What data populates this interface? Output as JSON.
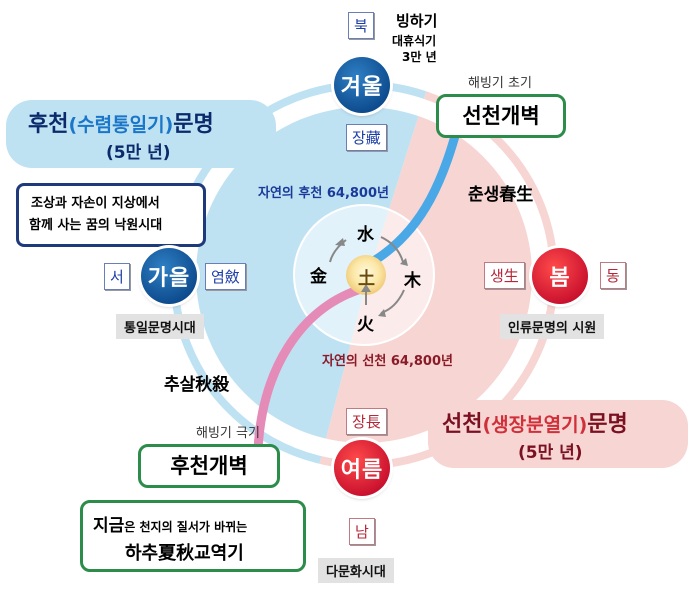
{
  "elements": {
    "north_label": "북",
    "south_label": "남",
    "winter": "겨울",
    "summer": "여름",
    "autumn": "가을",
    "spring": "봄",
    "west_label": "서",
    "east_label": "동",
    "jang_zang": "장藏",
    "jang_chang": "장長",
    "yeom": "염斂",
    "saeng": "생生",
    "chunsaeng": "춘생春生",
    "chusal": "추살秋殺",
    "ice_age_top": "빙하기",
    "ice_age_line2": "대휴식기",
    "ice_age_line3": "3만 년",
    "thaw_early": "해빙기 초기",
    "thaw_peak": "해빙기 극기",
    "seoncheon_gaebyeok": "선천개벽",
    "hucheon_gaebyeok": "후천개벽",
    "hucheon_civ_a": "후천",
    "hucheon_civ_paren": "(수렴통일기)",
    "hucheon_civ_b": "문명",
    "hucheon_civ_years": "(5만 년)",
    "seoncheon_civ_a": "선천",
    "seoncheon_civ_paren": "(생장분열기)",
    "seoncheon_civ_b": "문명",
    "seoncheon_civ_years": "(5만 년)",
    "paradise_line1": "조상과 자손이 지상에서",
    "paradise_line2": "함께 사는 꿈의 낙원시대",
    "unified_era": "통일문명시대",
    "human_origin": "인류문명의 시원",
    "diverse_era": "다문화시대",
    "nature_hucheon": "자연의 후천 64,800년",
    "nature_seoncheon": "자연의 선천 64,800년",
    "now_a": "지금",
    "now_b": "은 천지의 질서가 바뀌는",
    "now_line2": "하추夏秋교역기",
    "center_earth": "土",
    "water": "水",
    "wood": "木",
    "fire": "火",
    "metal": "金"
  },
  "colors": {
    "blue_zone": "#bfe2f3",
    "red_zone": "#f6d5d3",
    "blue_circle": "#0c4a8c",
    "red_circle": "#c8102e",
    "green_border": "#2c8c4a",
    "hucheon_text": "#0a2a6b",
    "seoncheon_text": "#7a1020",
    "accent_blue": "#4aa8e6",
    "accent_pink": "#e58bb8"
  }
}
